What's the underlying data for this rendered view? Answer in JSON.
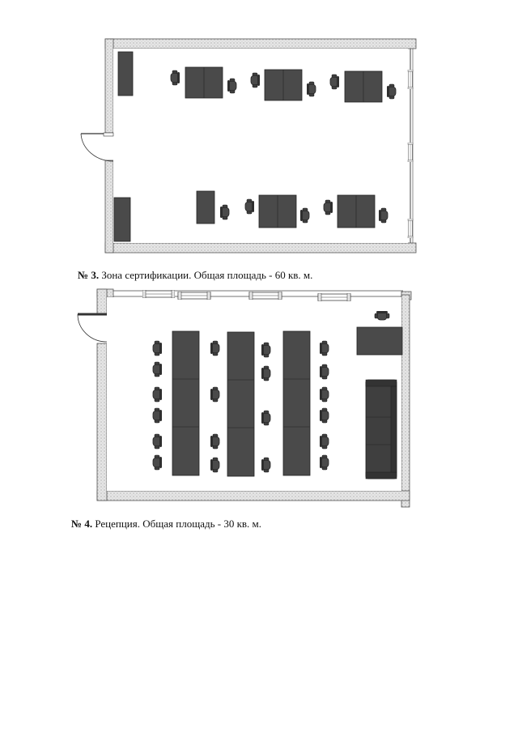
{
  "plans": [
    {
      "number": "№ 3.",
      "caption": "Зона сертификации. Общая площадь - 60 кв. м."
    },
    {
      "number": "№ 4.",
      "caption": "Рецепция. Общая площадь - 30 кв. м."
    }
  ],
  "colors": {
    "wall": "#d9d9d9",
    "wall_edge": "#555555",
    "furniture": "#4a4a4a",
    "furniture_edge": "#222222"
  }
}
